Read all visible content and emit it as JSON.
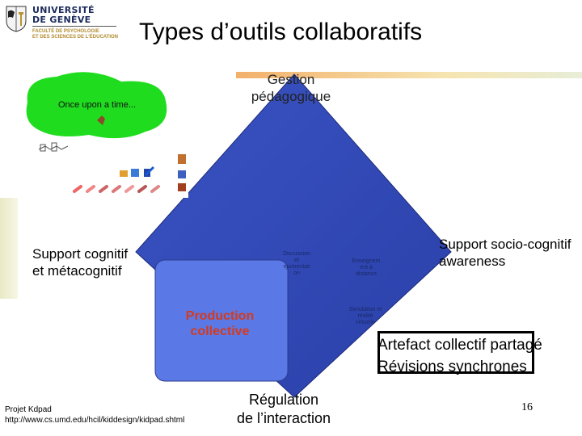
{
  "logo": {
    "university": "UNIVERSITÉ",
    "city": "DE GENÈVE",
    "faculty_line1": "FACULTÉ DE PSYCHOLOGIE",
    "faculty_line2": "ET DES SCIENCES DE L'ÉDUCATION"
  },
  "slide": {
    "title": "Types d’outils collaboratifs",
    "page_number": "16"
  },
  "diagram": {
    "top_label": [
      "Gestion",
      "pédagogique"
    ],
    "left_label": [
      "Support cognitif",
      "et métacognitif"
    ],
    "right_label": [
      "Support socio-cognitif",
      "awareness"
    ],
    "bottom_label": [
      "Régulation",
      "de l’interaction"
    ],
    "center_label": [
      "Production",
      "collective"
    ],
    "artefact_label": [
      "Artefact collectif partagé",
      "Révisions synchrones"
    ],
    "small_labels": {
      "discussion": [
        "Discussion",
        "et",
        "rgumentati",
        "on"
      ],
      "enseignement": [
        "Enseignem",
        "ent à",
        "distance"
      ],
      "simulation": [
        "Simulation et",
        "réalité",
        "virtuelle"
      ]
    },
    "colors": {
      "diamond": "#2f47b8",
      "center_box": "#5b79e6",
      "center_text": "#d43a1e",
      "green_blob": "#1fdc1f"
    }
  },
  "screenshot": {
    "caption_text": "Once upon a time..."
  },
  "source": {
    "project": "Projet Kdpad",
    "url": "http://www.cs.umd.edu/hcil/kiddesign/kidpad.shtml"
  }
}
